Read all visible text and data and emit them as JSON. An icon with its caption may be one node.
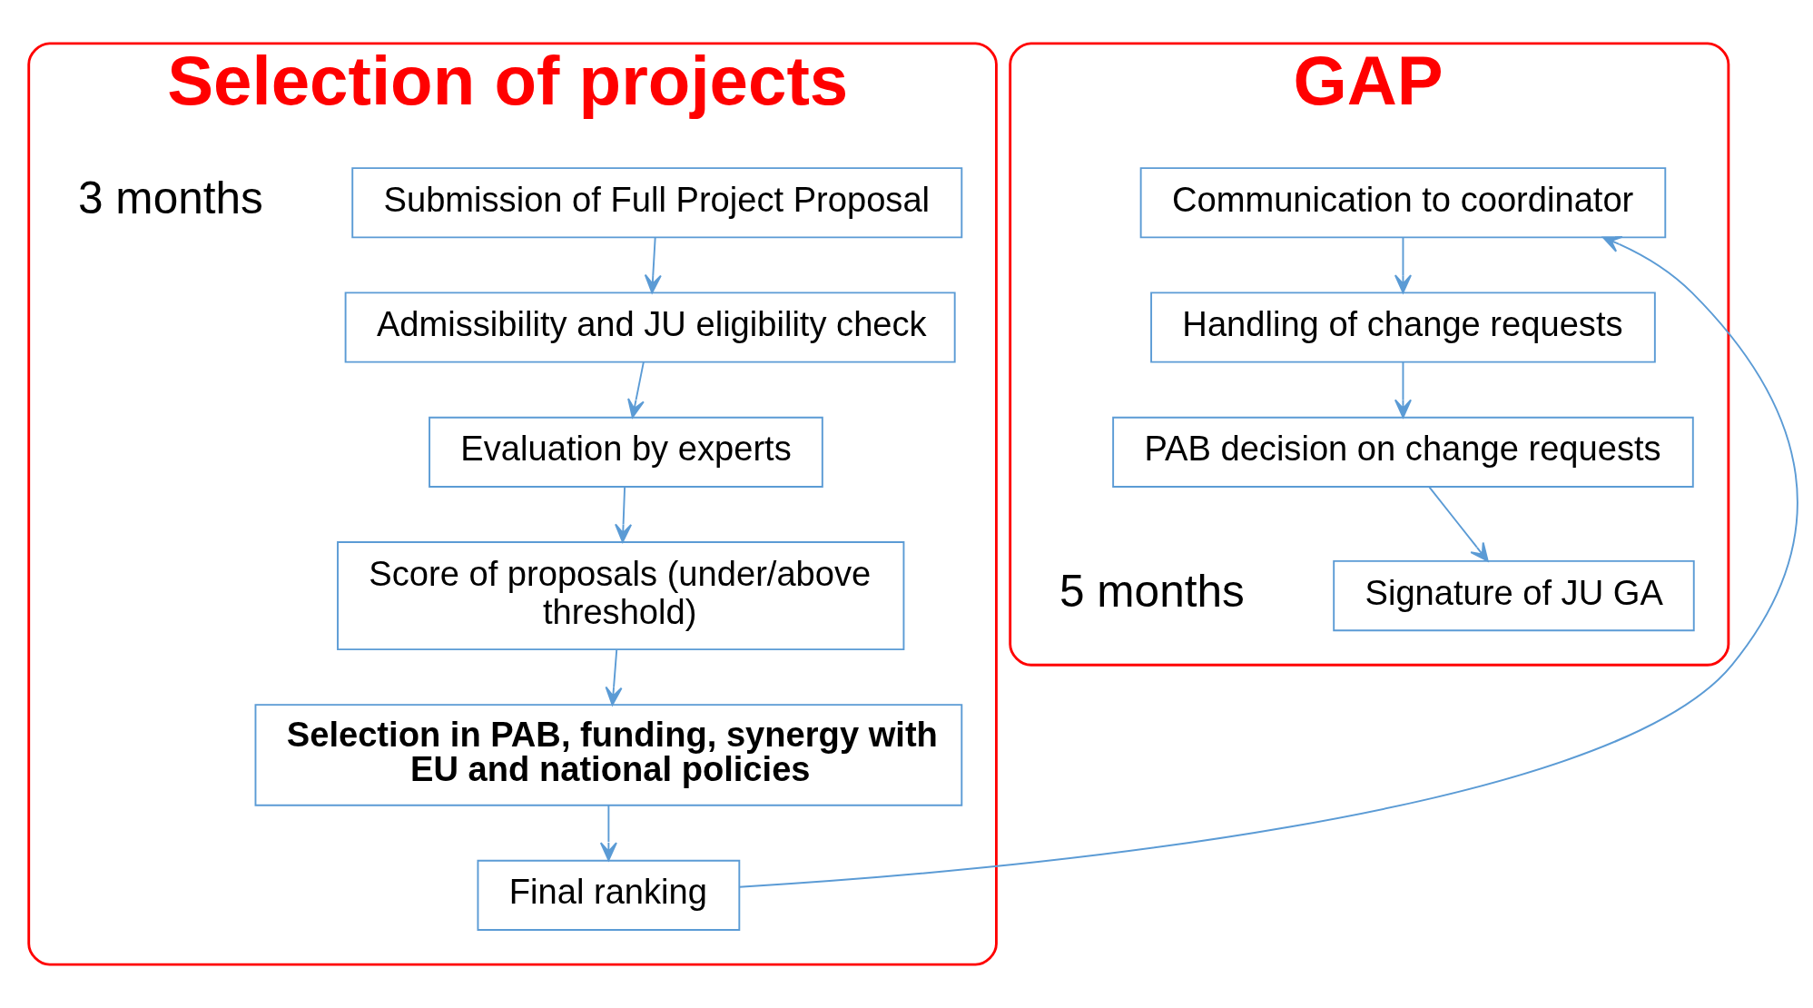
{
  "diagram": {
    "nodes": [
      {
        "text": [
          "Selection of projects"
        ],
        "beside": [
          "3 months"
        ]
      },
      {
        "text": [
          "Submission of Full Project Proposal"
        ],
        "in": 0
      },
      {
        "text": [
          "Admissibility and JU eligibility check"
        ],
        "in": 0
      },
      {
        "text": [
          "Evaluation by experts"
        ],
        "in": 0
      },
      {
        "text": [
          "Score of proposals (under/above threshold)"
        ],
        "in": 0
      },
      {
        "text": [
          "Selection in PAB, funding, synergy with EU and national policies"
        ],
        "in": 0
      },
      {
        "text": [
          "Final ranking"
        ],
        "in": 0
      },
      {
        "text": [
          "GAP"
        ],
        "beside": [
          "5 months"
        ]
      },
      {
        "text": [
          "Signature of JU GA"
        ],
        "in": 7
      },
      {
        "text": [
          "PAB decision on change requests"
        ],
        "in": 7
      },
      {
        "text": [
          "Handling of change requests"
        ],
        "in": 7
      },
      {
        "text": [
          "Communication to coordinator"
        ],
        "in": 7
      }
    ],
    "edges": [
      {
        "from": 1,
        "to": 2,
        "arrow": "to"
      },
      {
        "from": 2,
        "to": 3,
        "arrow": "to"
      },
      {
        "from": 3,
        "to": 4,
        "arrow": "to"
      },
      {
        "from": 4,
        "to": 5,
        "arrow": "to"
      },
      {
        "from": 5,
        "to": 6,
        "arrow": "to"
      },
      {
        "from": 6,
        "to": 11,
        "arrow": "to"
      },
      {
        "from": 11,
        "to": 10,
        "arrow": "to"
      },
      {
        "from": 10,
        "to": 9,
        "arrow": "to"
      },
      {
        "from": 9,
        "to": 8,
        "arrow": "to"
      }
    ]
  }
}
